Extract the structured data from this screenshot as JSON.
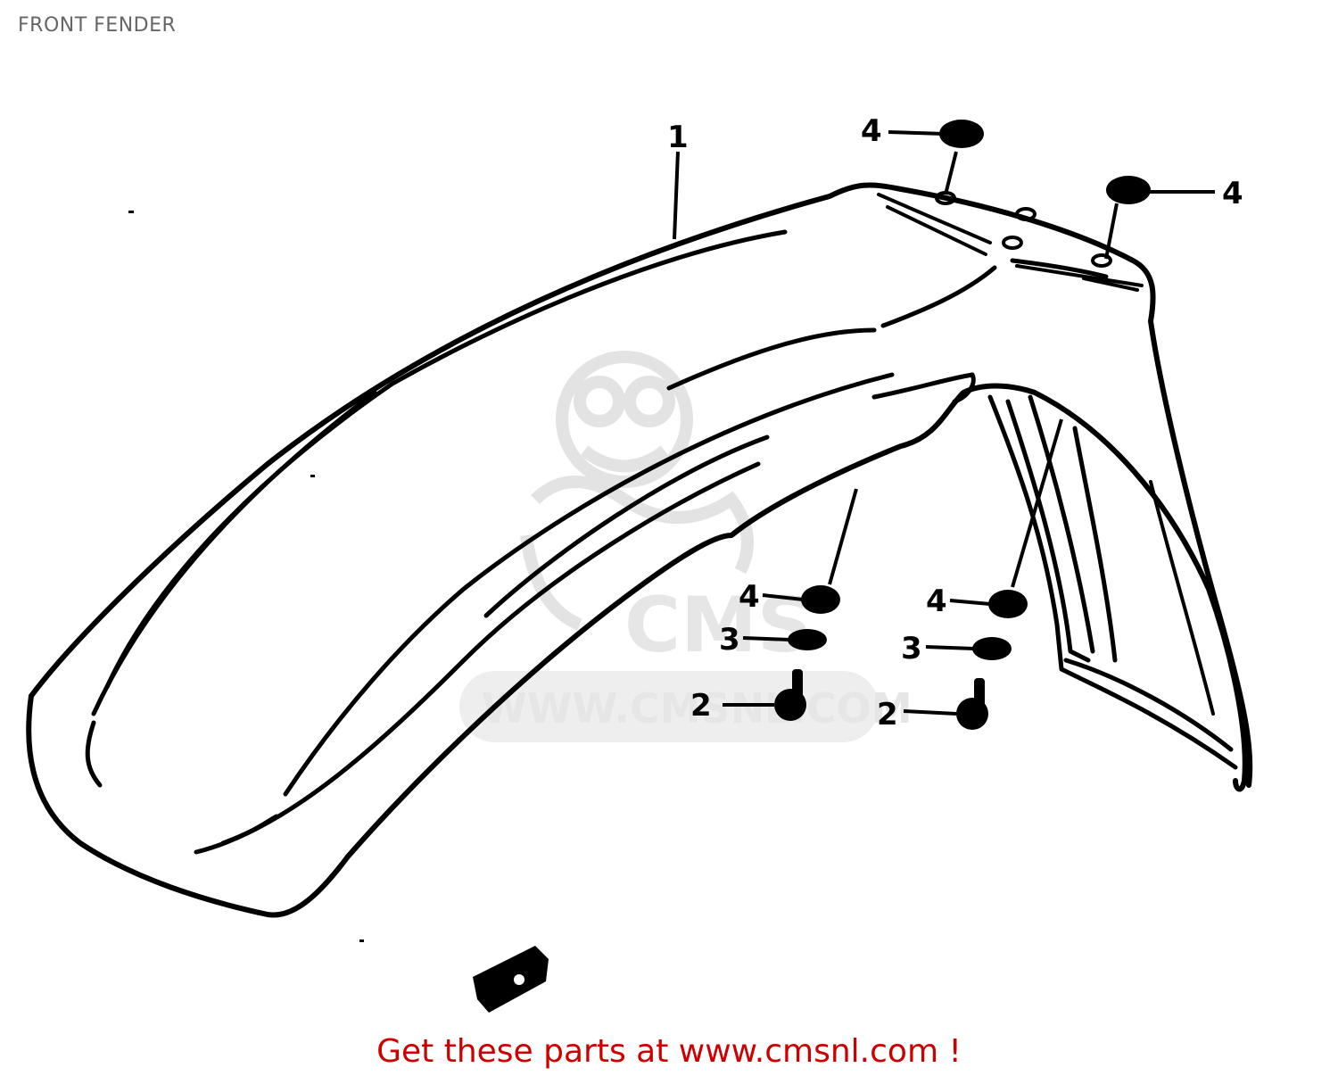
{
  "title": "FRONT FENDER",
  "callouts": [
    {
      "id": "c1",
      "label": "1"
    },
    {
      "id": "c4a",
      "label": "4"
    },
    {
      "id": "c4b",
      "label": "4"
    },
    {
      "id": "c4c",
      "label": "4"
    },
    {
      "id": "c3a",
      "label": "3"
    },
    {
      "id": "c2a",
      "label": "2"
    },
    {
      "id": "c4d",
      "label": "4"
    },
    {
      "id": "c3b",
      "label": "3"
    },
    {
      "id": "c2b",
      "label": "2"
    }
  ],
  "watermark": {
    "logo_text": "CMS",
    "url_text": "WWW.CMSNL.COM",
    "color": "#e6e6e6"
  },
  "footer": {
    "text": "Get these parts at www.cmsnl.com !",
    "color": "#cc0000"
  }
}
